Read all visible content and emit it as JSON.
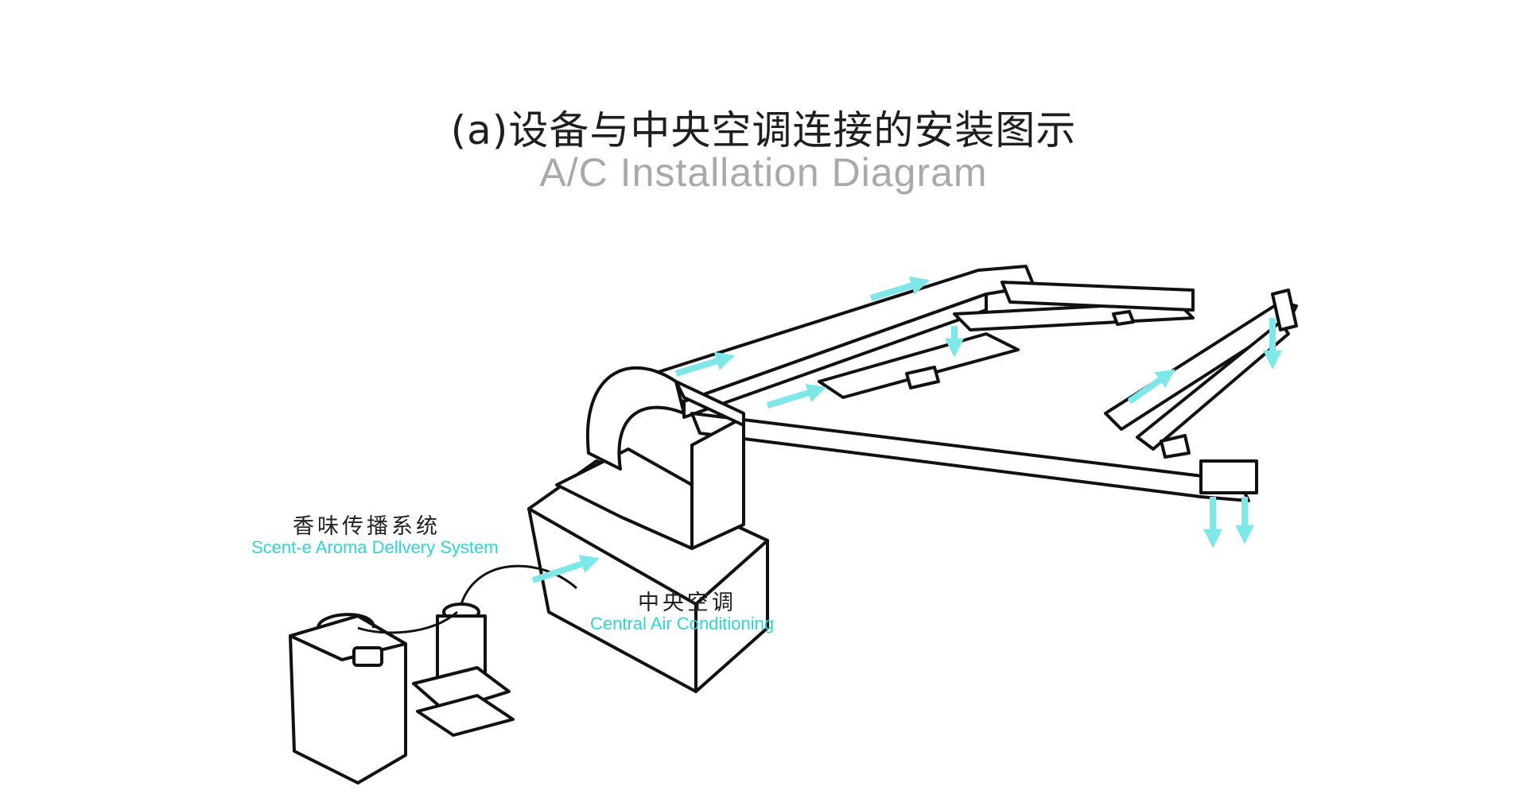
{
  "title": {
    "cn": "(a)设备与中央空调连接的安装图示",
    "en": "A/C Installation Diagram"
  },
  "labels": {
    "aroma_cn": "香味传播系统",
    "aroma_en": "Scent-e Aroma Dellvery System",
    "ac_cn": "中央空调",
    "ac_en": "Central Air Conditioning"
  },
  "colors": {
    "arrow": "#7ee8e8",
    "accent_text": "#2fd4dc",
    "line": "#111111"
  }
}
